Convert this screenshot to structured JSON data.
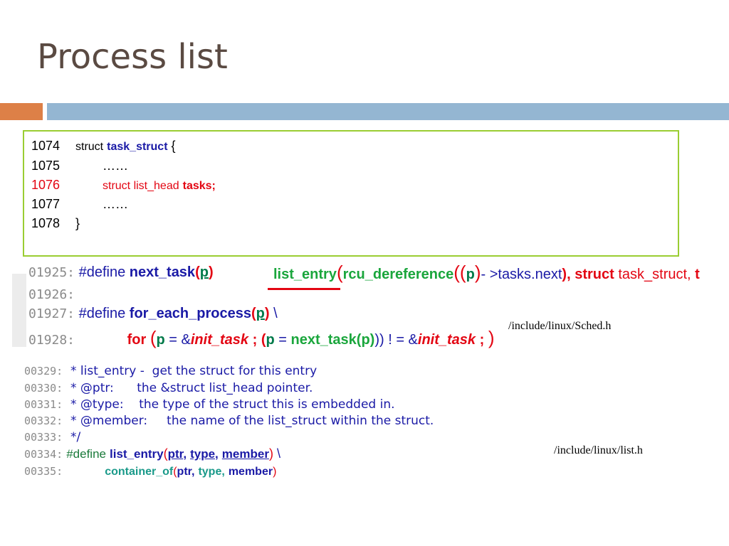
{
  "title": "Process list",
  "box": {
    "lines": [
      {
        "num": "1074",
        "kw": "struct",
        "ty": "task_struct",
        "rest": "{"
      },
      {
        "num": "1075",
        "rest": "……"
      },
      {
        "num": "1076",
        "kw": "struct list_head",
        "tk": "tasks;"
      },
      {
        "num": "1077",
        "rest": "……"
      },
      {
        "num": "1078",
        "rest": "}"
      }
    ]
  },
  "sched": {
    "l1": {
      "num": "01925:",
      "def": "#define",
      "name": "next_task",
      "a": "(",
      "p": "p",
      "b": ")",
      "le": "list_entry",
      "rcu": "rcu_dereference",
      "pp": "p",
      "tail": "- >tasks.next",
      "c": "),",
      "st": "struct",
      "ts": "task_struct,",
      "t": "t"
    },
    "l2": {
      "num": "01926:"
    },
    "l3": {
      "num": "01927:",
      "def": "#define",
      "name": "for_each_process",
      "a": "(",
      "p": "p",
      "b": ")",
      "bs": "\\"
    },
    "l4": {
      "num": "01928:",
      "for": "for",
      "p1": "p",
      "eq1": "= &",
      "it1": "init_task",
      "sc": ";",
      "p2": "p",
      "eq2": "=",
      "nt": "next_task(p)",
      "ne": ")) ! = &",
      "it2": "init_task",
      "sc2": ";"
    },
    "path": "/include/linux/Sched.h"
  },
  "list": {
    "lines": [
      {
        "num": "00329:",
        "text": "  * list_entry -  get the struct for this entry"
      },
      {
        "num": "00330:",
        "text": "  * @ptr:      the &struct list_head pointer."
      },
      {
        "num": "00331:",
        "text": "  * @type:    the type of the struct this is embedded in."
      },
      {
        "num": "00332:",
        "text": "  * @member:     the name of the list_struct within the struct."
      },
      {
        "num": "00333:",
        "text": "  */"
      }
    ],
    "def": {
      "num": "00334:",
      "def": "#define",
      "name": "list_entry",
      "a": "(",
      "ptr": "ptr",
      "c1": ",",
      "type": "type",
      "c2": ",",
      "member": "member",
      "b": ")",
      "bs": "\\"
    },
    "cont": {
      "num": "00335:",
      "name": "container_of",
      "a": "(",
      "ptr": "ptr,",
      "type": "type,",
      "member": "member",
      "b": ")"
    },
    "path": "/include/linux/list.h"
  }
}
